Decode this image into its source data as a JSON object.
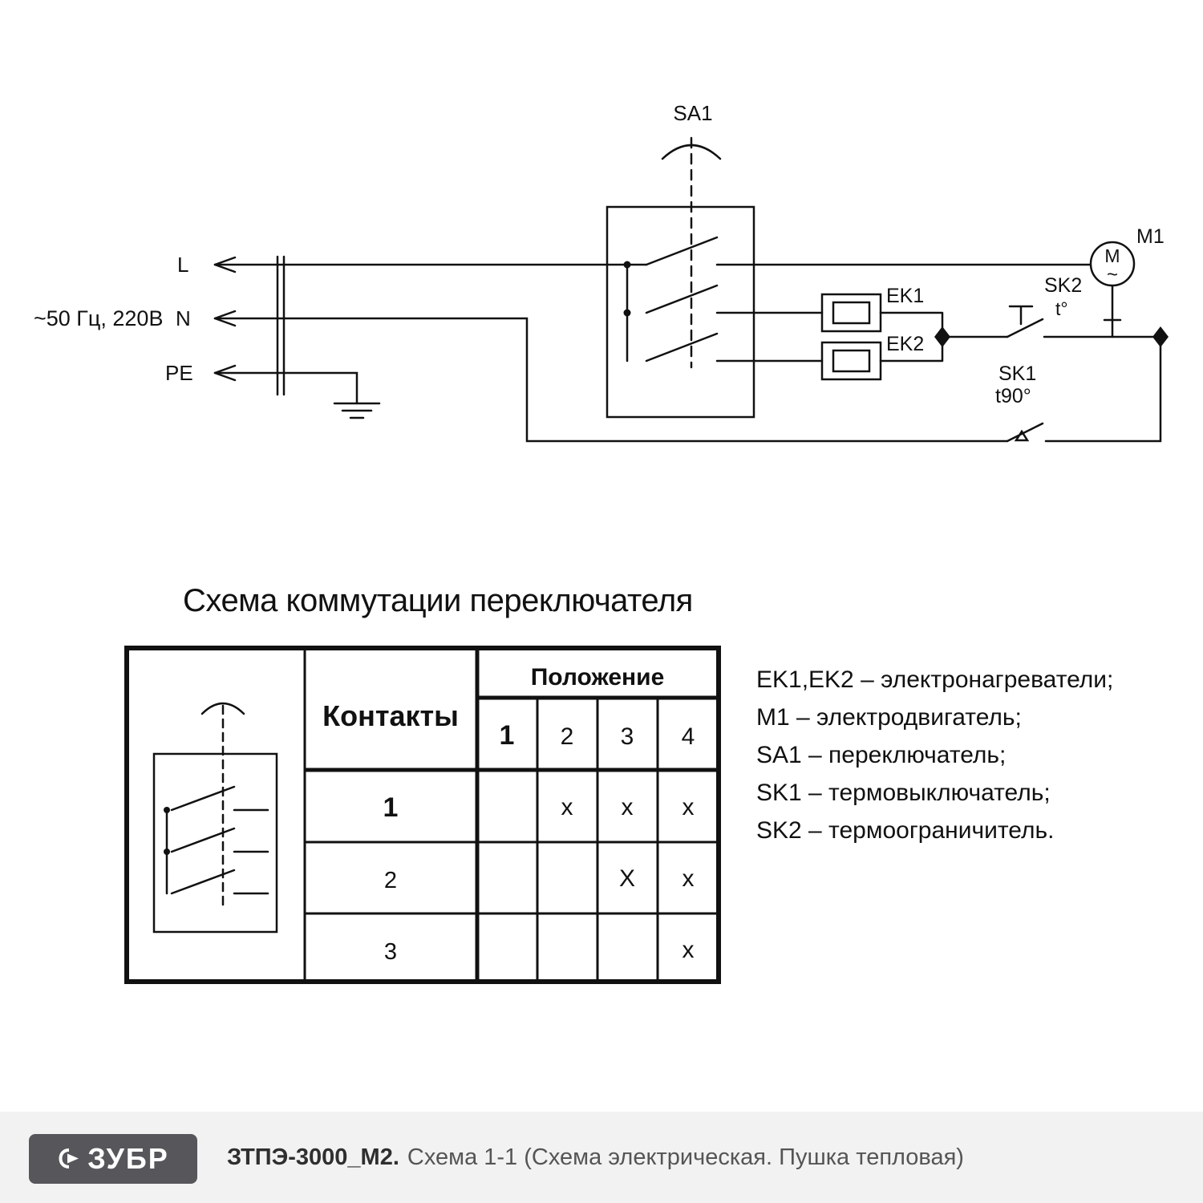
{
  "circuit": {
    "supply_label": "~50 Гц, 220В",
    "terminals": {
      "l": "L",
      "n": "N",
      "pe": "PE"
    },
    "components": {
      "sa1": "SA1",
      "ek1": "EK1",
      "ek2": "EK2",
      "sk2": "SK2",
      "sk2_temp": "t°",
      "sk1": "SK1",
      "sk1_temp": "t90°",
      "m1": "M1",
      "motor_letter": "M",
      "motor_ac": "~"
    }
  },
  "switch_table": {
    "title": "Схема коммутации переключателя",
    "contacts_header": "Контакты",
    "position_header": "Положение",
    "positions": [
      "1",
      "2",
      "3",
      "4"
    ],
    "rows": [
      {
        "contact": "1",
        "marks": [
          "",
          "x",
          "x",
          "x"
        ]
      },
      {
        "contact": "2",
        "marks": [
          "",
          "",
          "X",
          "x"
        ]
      },
      {
        "contact": "3",
        "marks": [
          "",
          "",
          "",
          "x"
        ]
      }
    ]
  },
  "legend": {
    "items": [
      "EK1,EK2 – электронагреватели;",
      "M1 – электродвигатель;",
      "SA1 – переключатель;",
      "SK1 – термовыключатель;",
      "SK2 – термоограничитель."
    ]
  },
  "footer": {
    "brand": "ЗУБР",
    "model": "ЗТПЭ-3000_М2.",
    "subtitle": "Схема 1-1 (Схема электрическая. Пушка тепловая)"
  }
}
